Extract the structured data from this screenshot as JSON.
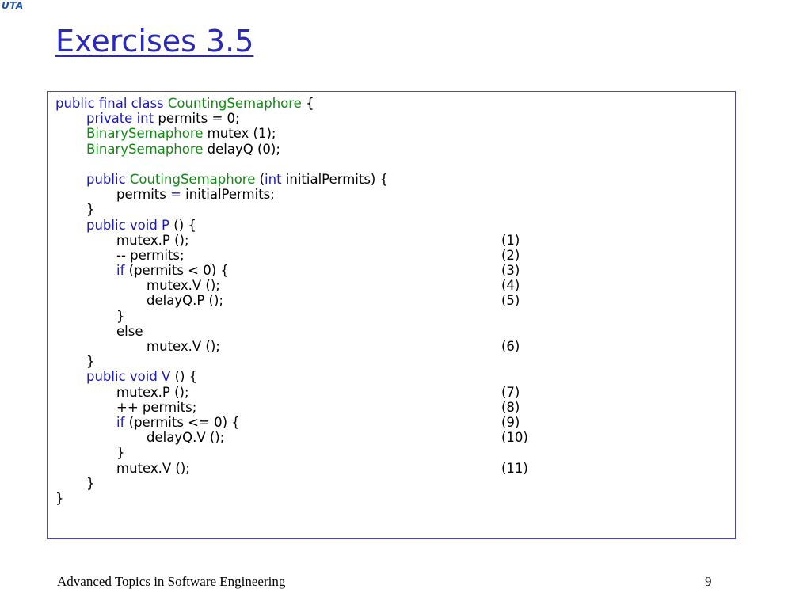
{
  "logo": "UTA",
  "title": "Exercises 3.5",
  "footer": {
    "course": "Advanced Topics in Software Engineering",
    "page": "9"
  },
  "colors": {
    "title": "#2a2ab8",
    "keyword": "#1b1bbd",
    "class_name": "#128a12",
    "border": "#4a4aa6"
  },
  "code": {
    "l1": {
      "a": "public final class ",
      "b": "CountingSemaphore",
      "c": " {"
    },
    "l2": {
      "a": "private int",
      "b": " permits = 0;"
    },
    "l3": {
      "a": "BinarySemaphore",
      "b": " mutex (1);"
    },
    "l4": {
      "a": "BinarySemaphore",
      "b": " delayQ (0);"
    },
    "l6": {
      "a": "public ",
      "b": "CoutingSemaphore",
      "c": " (",
      "d": "int",
      "e": " initialPermits) {"
    },
    "l7": {
      "a": "permits ",
      "b": "=",
      "c": " initialPermits;"
    },
    "l8": {
      "a": "}"
    },
    "l9": {
      "a": "public void",
      "b": " P",
      "c": " () {"
    },
    "l10": {
      "a": "mutex.P ();",
      "n": "(1)"
    },
    "l11": {
      "a": "-- permits;",
      "n": "(2)"
    },
    "l12": {
      "a": "if",
      "b": " (permits < 0) {",
      "n": "(3)"
    },
    "l13": {
      "a": "mutex.V ();",
      "n": "(4)"
    },
    "l14": {
      "a": "delayQ.P ();",
      "n": "(5)"
    },
    "l15": {
      "a": "}"
    },
    "l16": {
      "a": "else"
    },
    "l17": {
      "a": "mutex.V ();",
      "n": "(6)"
    },
    "l18": {
      "a": "}"
    },
    "l19": {
      "a": "public void",
      "b": " V",
      "c": " () {"
    },
    "l20": {
      "a": "mutex.P ();",
      "n": "(7)"
    },
    "l21": {
      "a": "++ permits;",
      "n": "(8)"
    },
    "l22": {
      "a": "if",
      "b": " (permits <= 0) {",
      "n": "(9)"
    },
    "l23": {
      "a": "delayQ.V ();",
      "n": "(10)"
    },
    "l24": {
      "a": "}"
    },
    "l25": {
      "a": "mutex.V ();",
      "n": "(11)"
    },
    "l26": {
      "a": "}"
    },
    "l27": {
      "a": "}"
    }
  }
}
